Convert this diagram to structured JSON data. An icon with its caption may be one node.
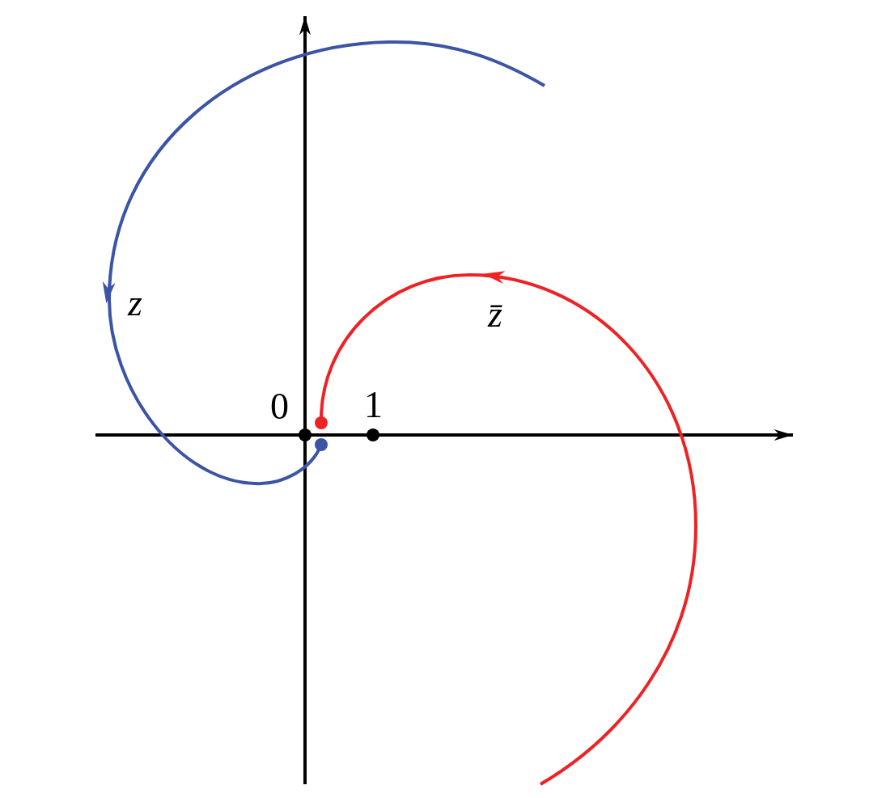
{
  "diagram": {
    "labels": [
      "0",
      "1",
      "z",
      "z̄"
    ]
  }
}
